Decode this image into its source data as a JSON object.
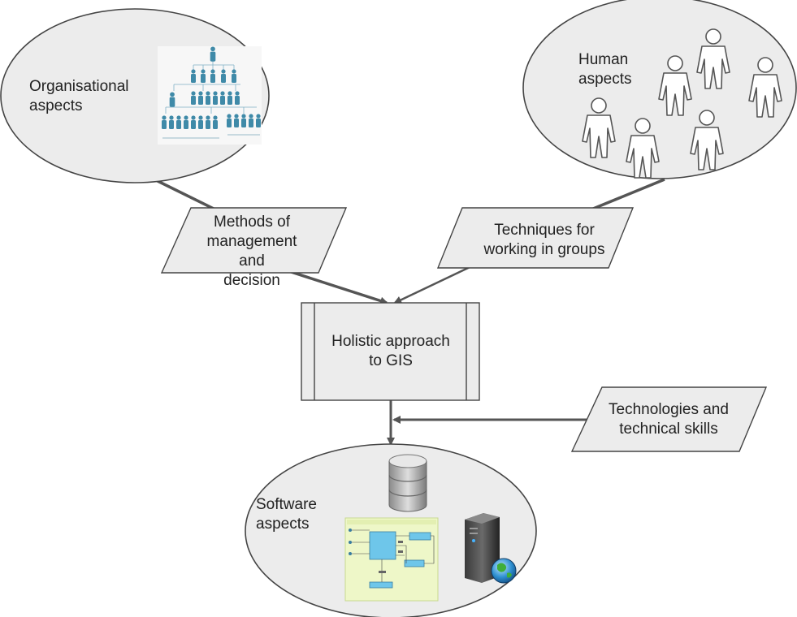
{
  "nodes": {
    "organisational": {
      "line1": "Organisational",
      "line2": "aspects"
    },
    "human": {
      "line1": "Human",
      "line2": "aspects"
    },
    "methods": {
      "line1": "Methods of",
      "line2": "management and",
      "line3": "decision"
    },
    "techniques_groups": {
      "line1": "Techniques for",
      "line2": "working in groups"
    },
    "holistic": {
      "line1": "Holistic approach",
      "line2": "to GIS"
    },
    "technologies": {
      "line1": "Technologies and",
      "line2": "technical skills"
    },
    "software": {
      "line1": "Software",
      "line2": "aspects"
    }
  },
  "icons": {
    "org_chart": "org-chart-icon",
    "person": "person-outline-icon",
    "database": "database-icon",
    "server_globe": "server-globe-icon",
    "software_diagram": "software-diagram-icon"
  },
  "colors": {
    "ellipse_fill": "#ececec",
    "ellipse_stroke": "#444444",
    "connector": "#555555",
    "org_person": "#3f8aa8",
    "diagram_box": "#6ec6ea",
    "diagram_panel": "#eef7c8"
  }
}
